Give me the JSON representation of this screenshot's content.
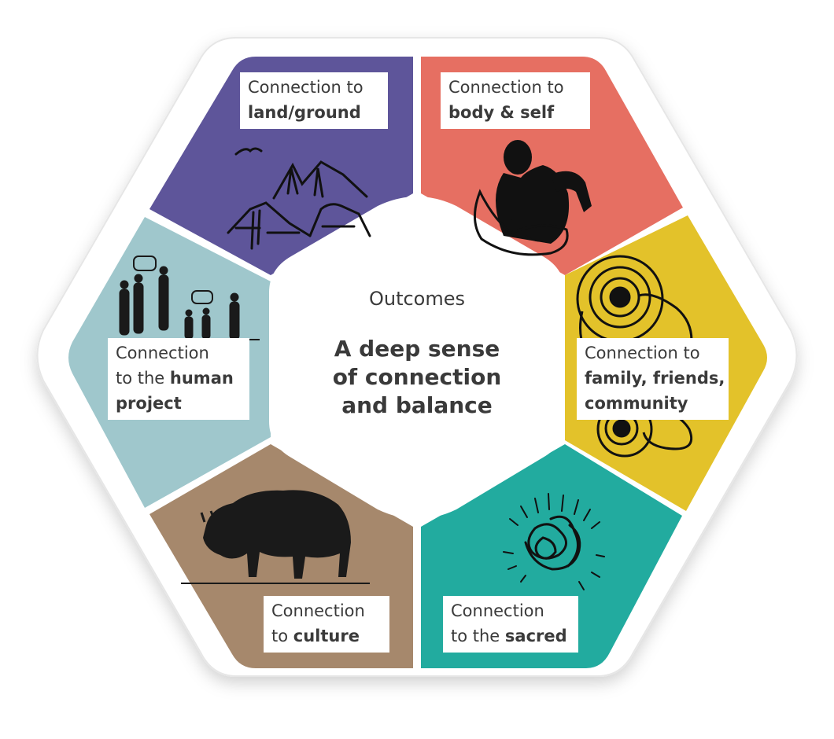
{
  "segments": [
    {
      "id": "land",
      "color": "#5e559a",
      "lines": [
        [
          "Connection to",
          ""
        ],
        [
          "",
          "land/ground"
        ]
      ]
    },
    {
      "id": "body",
      "color": "#e66f62",
      "lines": [
        [
          "Connection to",
          ""
        ],
        [
          "",
          "body & self"
        ]
      ]
    },
    {
      "id": "family",
      "color": "#e3c22a",
      "lines": [
        [
          "Connection to",
          ""
        ],
        [
          "",
          "family, friends,"
        ],
        [
          "",
          "community"
        ]
      ]
    },
    {
      "id": "sacred",
      "color": "#22ab9f",
      "lines": [
        [
          "Connection",
          ""
        ],
        [
          "to the ",
          "sacred"
        ]
      ]
    },
    {
      "id": "culture",
      "color": "#a6886c",
      "lines": [
        [
          "Connection",
          ""
        ],
        [
          "to ",
          "culture"
        ]
      ]
    },
    {
      "id": "human",
      "color": "#9fc7cc",
      "lines": [
        [
          "Connection",
          ""
        ],
        [
          "to the ",
          "human"
        ],
        [
          "",
          "project"
        ]
      ]
    }
  ],
  "center": {
    "heading": "Outcomes",
    "title_lines": [
      "A deep sense",
      "of connection",
      "and balance"
    ]
  },
  "icons": {
    "land": "mountains-bird-icon",
    "body": "seated-figure-icon",
    "family": "concentric-circles-icon",
    "sacred": "scribble-radiating-icon",
    "culture": "bison-icon",
    "human": "people-talking-icon"
  }
}
